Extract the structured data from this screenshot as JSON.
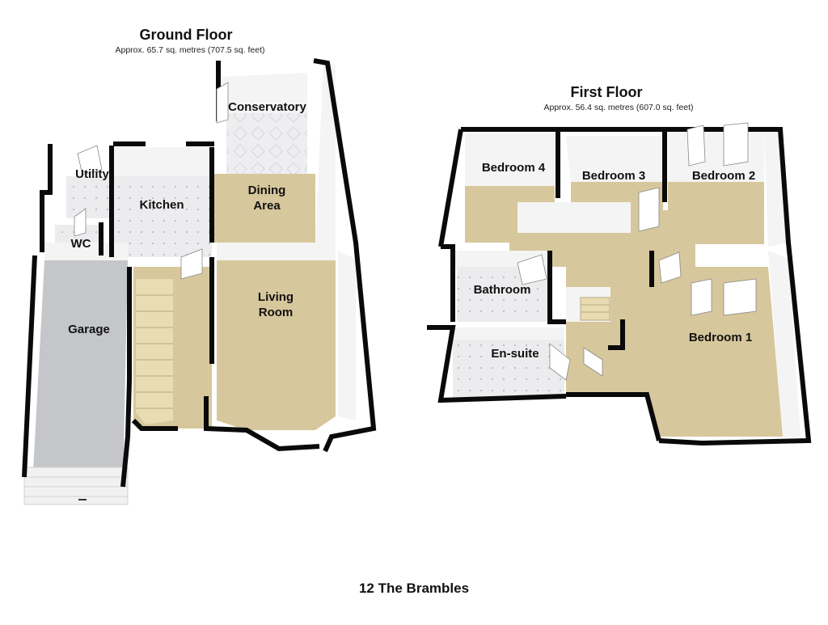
{
  "ground_floor": {
    "title": "Ground Floor",
    "area": "Approx. 65.7 sq. metres (707.5 sq. feet)",
    "rooms": {
      "conservatory": "Conservatory",
      "utility": "Utility",
      "kitchen": "Kitchen",
      "dining": "Dining\nArea",
      "wc": "WC",
      "living": "Living\nRoom",
      "garage": "Garage"
    }
  },
  "first_floor": {
    "title": "First Floor",
    "area": "Approx. 56.4 sq. metres (607.0 sq. feet)",
    "rooms": {
      "bedroom4": "Bedroom 4",
      "bedroom3": "Bedroom 3",
      "bedroom2": "Bedroom 2",
      "bathroom": "Bathroom",
      "ensuite": "En-suite",
      "bedroom1": "Bedroom 1"
    }
  },
  "property_name": "12 The Brambles",
  "colors": {
    "wall": "#0a0a0a",
    "carpet": "#d9c99e",
    "tile": "#e9e9ea",
    "garage_floor": "#c4c6c9",
    "wall_inner": "#f2f2f2"
  }
}
